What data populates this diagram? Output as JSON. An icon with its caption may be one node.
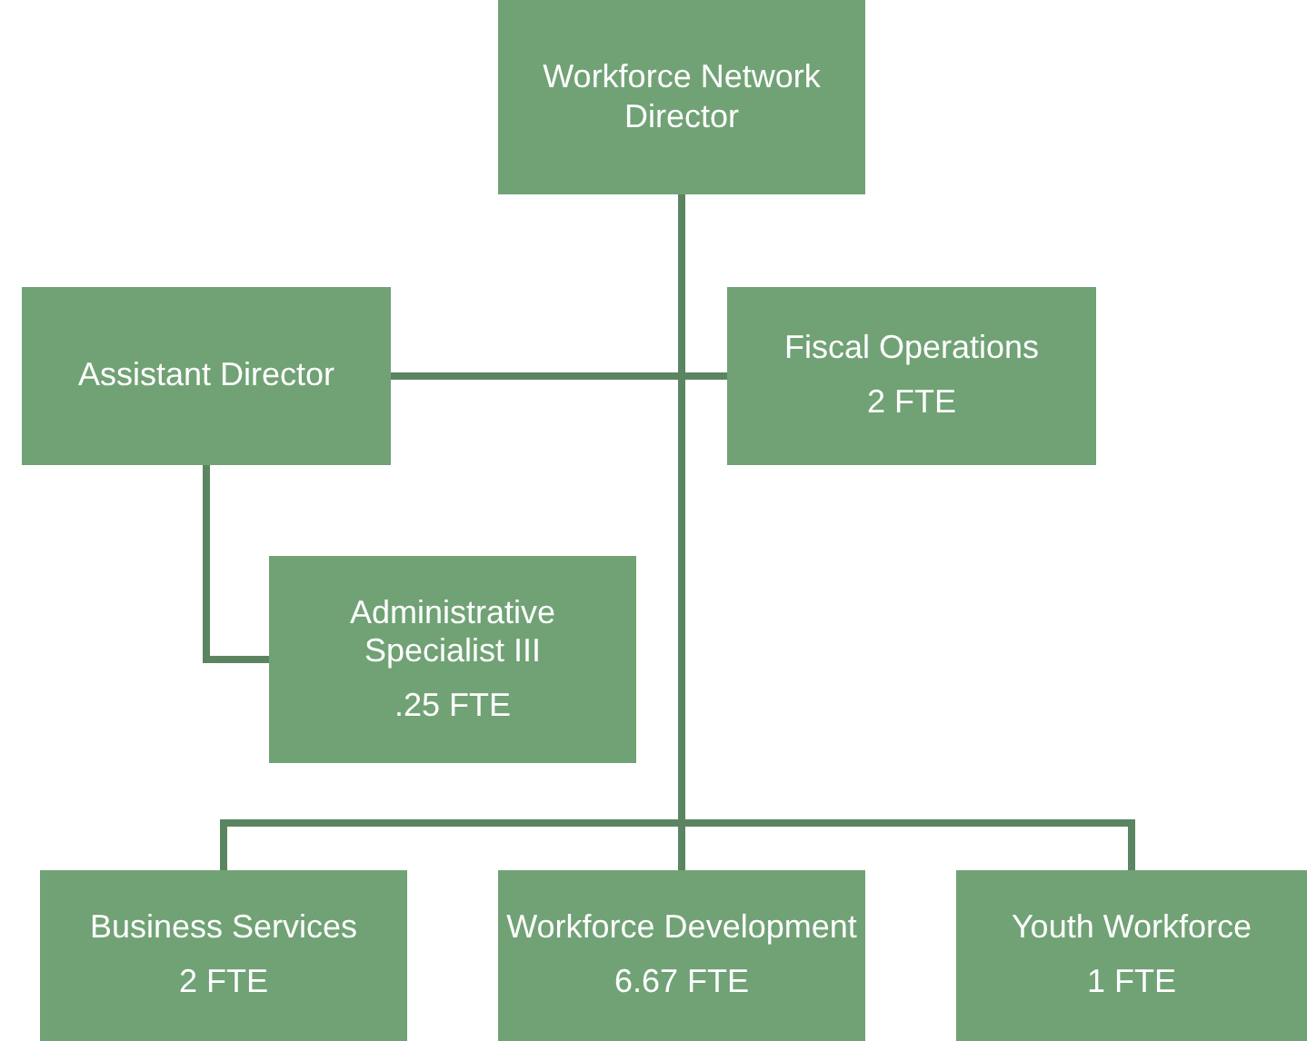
{
  "diagram": {
    "nodes": [
      {
        "text": [
          "Workforce Network Director"
        ]
      },
      {
        "text": [
          "Assistant Director"
        ]
      },
      {
        "text": [
          "Fiscal Operations",
          "2 FTE"
        ]
      },
      {
        "text": [
          "Administrative Specialist III",
          ".25 FTE"
        ]
      },
      {
        "text": [
          "Business Services",
          "2 FTE"
        ]
      },
      {
        "text": [
          "Workforce Development",
          "6.67 FTE"
        ]
      },
      {
        "text": [
          "Youth Workforce",
          "1 FTE"
        ]
      }
    ],
    "edges": [
      {
        "from": 0,
        "to": 1,
        "arrow": "none"
      },
      {
        "from": 0,
        "to": 2,
        "arrow": "none"
      },
      {
        "from": 1,
        "to": 3,
        "arrow": "none"
      },
      {
        "from": 0,
        "to": 4,
        "arrow": "none"
      },
      {
        "from": 0,
        "to": 5,
        "arrow": "none"
      },
      {
        "from": 0,
        "to": 6,
        "arrow": "none"
      }
    ]
  }
}
